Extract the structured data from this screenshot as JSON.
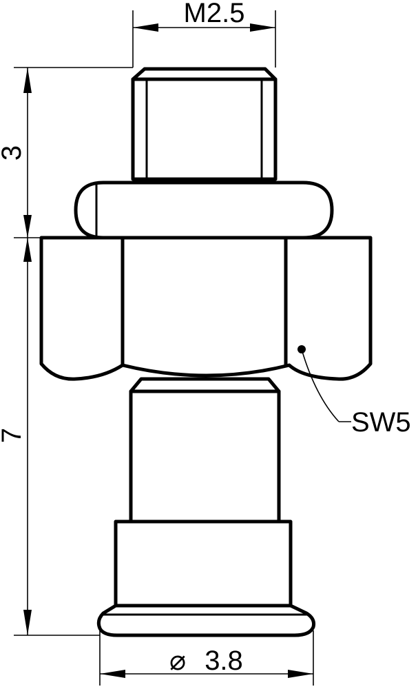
{
  "dimensions": {
    "top_thread": "M2.5",
    "upper_length": "3",
    "lower_length": "7",
    "diameter_symbol": "⌀",
    "diameter_value": "3.8"
  },
  "callouts": {
    "wrench_size": "SW5"
  }
}
